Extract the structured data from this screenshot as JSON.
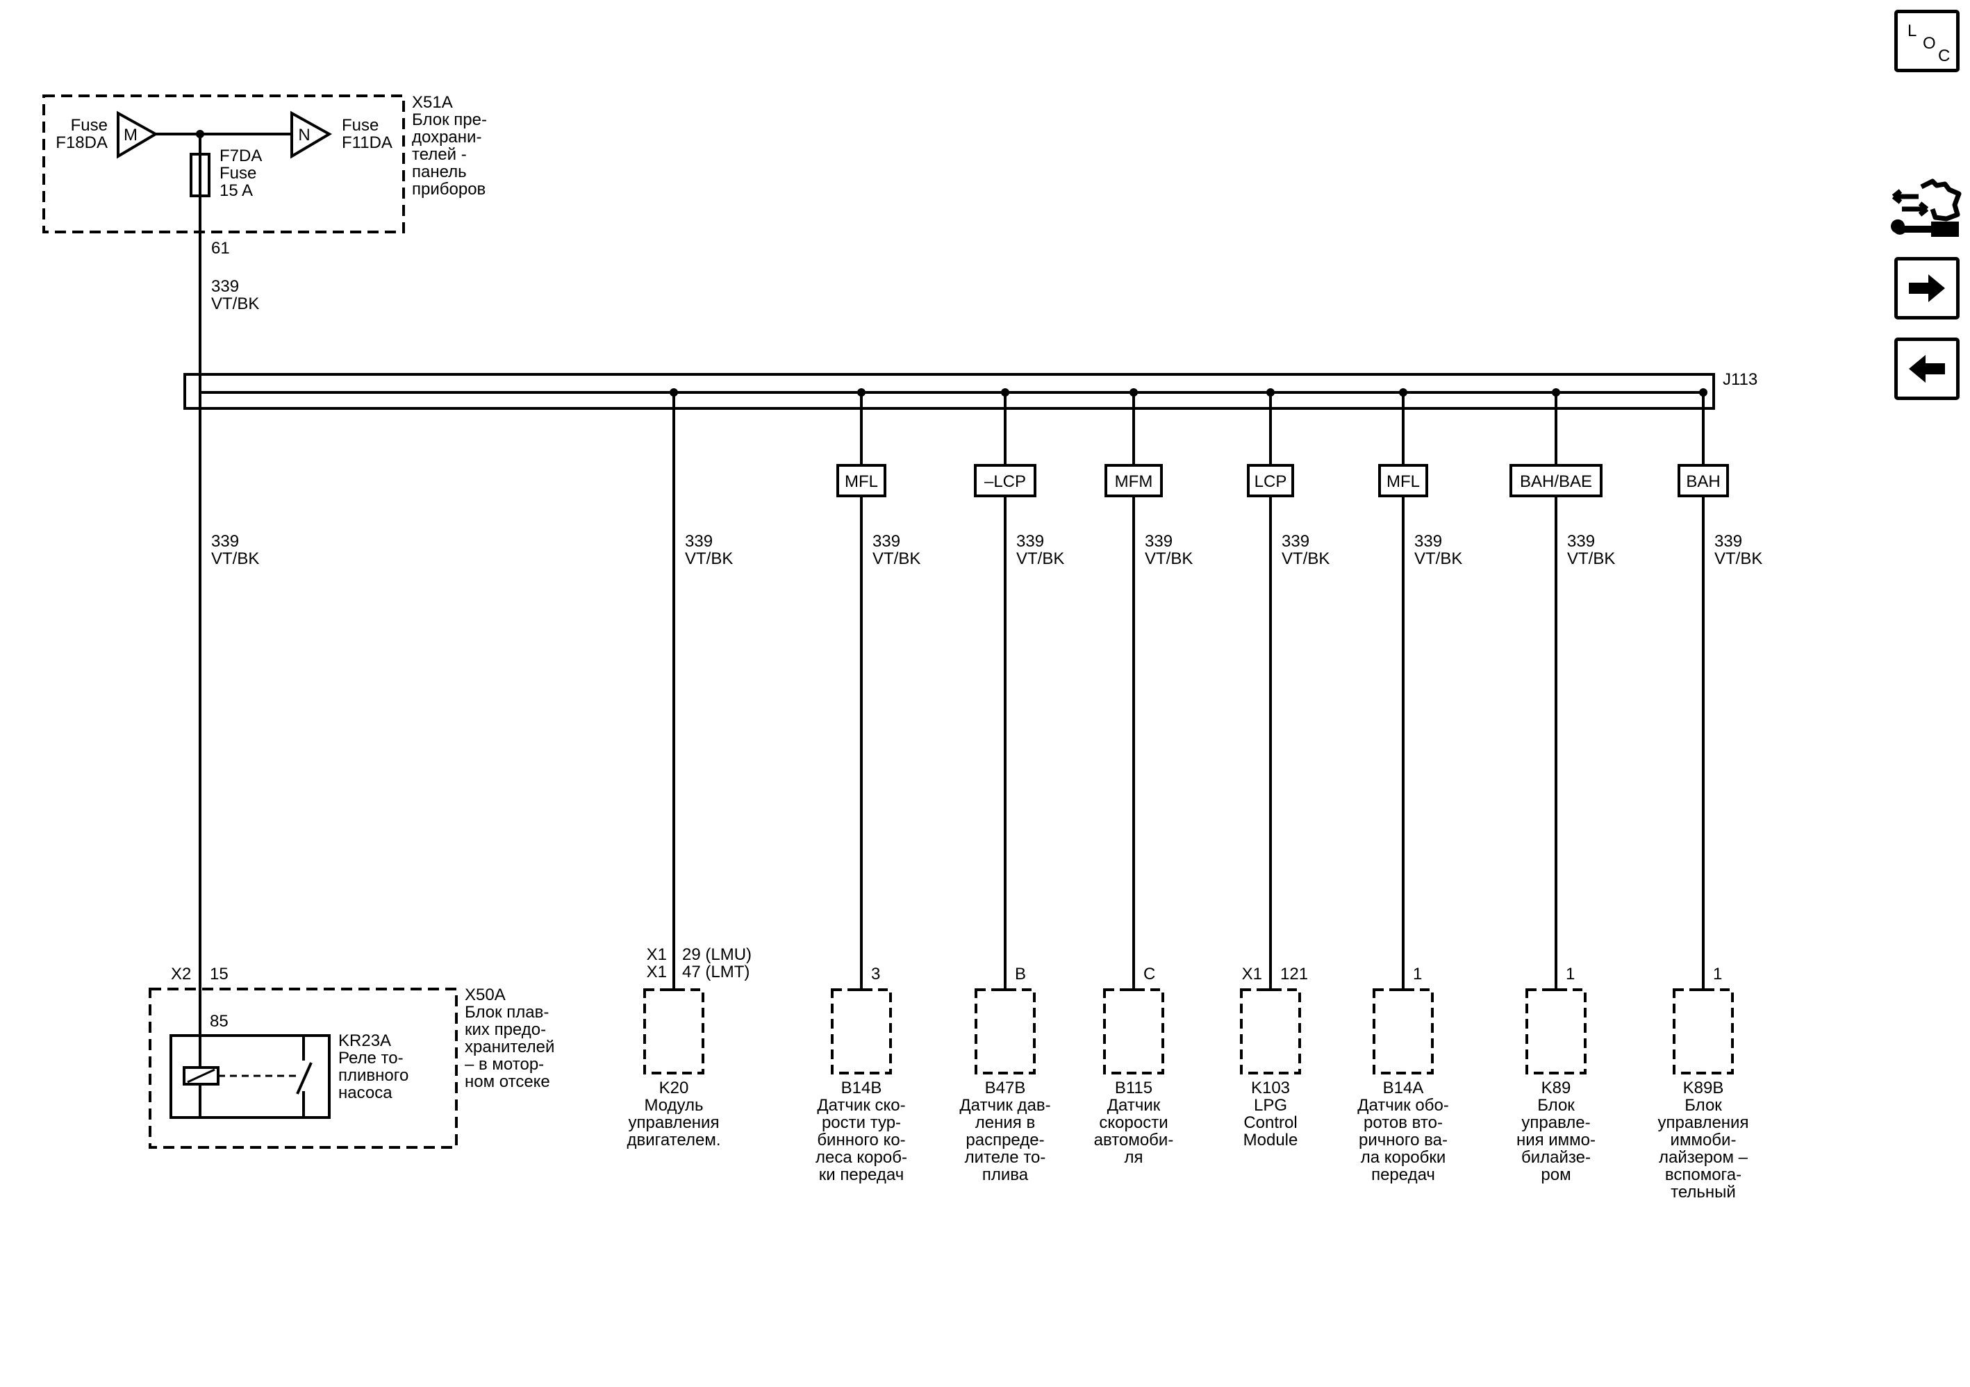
{
  "fuse_block": {
    "connector": "X51A",
    "description": [
      "Блок пре-",
      "дохрани-",
      "телей -",
      "панель",
      "приборов"
    ],
    "left_fuse": {
      "bus": "M",
      "label": [
        "Fuse",
        "F18DA"
      ]
    },
    "right_fuse": {
      "bus": "N",
      "label": [
        "Fuse",
        "F11DA"
      ]
    },
    "fuse": [
      "F7DA",
      "Fuse",
      "15 A"
    ],
    "pin": "61"
  },
  "top_wire": {
    "circuit": "339",
    "color": "VT/BK"
  },
  "splice": "J113",
  "branches": [
    {
      "tag": "",
      "circuit": "339",
      "color": "VT/BK",
      "pin_label": "",
      "pin": "15"
    },
    {
      "tag": "",
      "circuit": "339",
      "color": "VT/BK",
      "pin_label": "",
      "pin": ""
    },
    {
      "tag": "MFL",
      "circuit": "339",
      "color": "VT/BK",
      "pin_label": "",
      "pin": "3"
    },
    {
      "tag": "–LCP",
      "circuit": "339",
      "color": "VT/BK",
      "pin_label": "",
      "pin": "B"
    },
    {
      "tag": "MFM",
      "circuit": "339",
      "color": "VT/BK",
      "pin_label": "",
      "pin": "C"
    },
    {
      "tag": "LCP",
      "circuit": "339",
      "color": "VT/BK",
      "pin_label": "X1",
      "pin": "121"
    },
    {
      "tag": "MFL",
      "circuit": "339",
      "color": "VT/BK",
      "pin_label": "",
      "pin": "1"
    },
    {
      "tag": "BAH/BAE",
      "circuit": "339",
      "color": "VT/BK",
      "pin_label": "",
      "pin": "1"
    },
    {
      "tag": "BAH",
      "circuit": "339",
      "color": "VT/BK",
      "pin_label": "",
      "pin": "1"
    }
  ],
  "relay_block": {
    "connector_label": "X2",
    "connector_pin": "15",
    "block_id": "X50A",
    "block_description": [
      "Блок плав-",
      "ких предо-",
      "хранителей",
      "– в мотор-",
      "ном отсеке"
    ],
    "relay_pin": "85",
    "relay_id": "KR23A",
    "relay_description": [
      "Реле то-",
      "пливного",
      "насоса"
    ]
  },
  "k20_pins": [
    {
      "label": "X1",
      "pin": "29 (LMU)"
    },
    {
      "label": "X1",
      "pin": "47 (LMT)"
    }
  ],
  "components": [
    {
      "id": "K20",
      "lines": [
        "Модуль",
        "управления",
        "двигателем."
      ]
    },
    {
      "id": "B14B",
      "lines": [
        "Датчик ско-",
        "рости тур-",
        "бинного ко-",
        "леса короб-",
        "ки передач"
      ]
    },
    {
      "id": "B47B",
      "lines": [
        "Датчик дав-",
        "ления в",
        "распреде-",
        "лителе то-",
        "плива"
      ]
    },
    {
      "id": "B115",
      "lines": [
        "Датчик",
        "скорости",
        "автомоби-",
        "ля"
      ]
    },
    {
      "id": "K103",
      "lines": [
        "LPG",
        "Control",
        "Module"
      ]
    },
    {
      "id": "B14A",
      "lines": [
        "Датчик обо-",
        "ротов вто-",
        "ричного ва-",
        "ла коробки",
        "передач"
      ]
    },
    {
      "id": "K89",
      "lines": [
        "Блок",
        "управле-",
        "ния иммо-",
        "билайзе-",
        "ром"
      ]
    },
    {
      "id": "K89B",
      "lines": [
        "Блок",
        "управления",
        "иммоби-",
        "лайзером –",
        "вспомога-",
        "тельный"
      ]
    }
  ],
  "nav": {
    "loc_letters": [
      "L",
      "O",
      "C"
    ],
    "repair_icon": "repair-info-icon",
    "forward_icon": "arrow-right-icon",
    "back_icon": "arrow-left-icon"
  }
}
